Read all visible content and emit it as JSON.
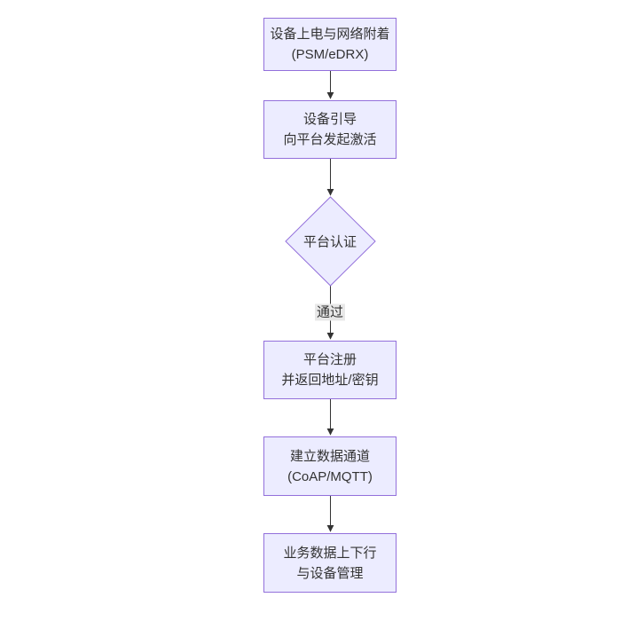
{
  "diagram": {
    "type": "flowchart",
    "direction": "top-down",
    "colors": {
      "background": "#ffffff",
      "node_fill": "#ECECFF",
      "node_border": "#9370DB",
      "text": "#333333",
      "arrow": "#333333",
      "edge_label_bg": "#e8e8e8"
    },
    "nodes": [
      {
        "id": "power-attach",
        "shape": "rect",
        "line1": "设备上电与网络附着",
        "line2": "(PSM/eDRX)"
      },
      {
        "id": "bootstrap",
        "shape": "rect",
        "line1": "设备引导",
        "line2": "向平台发起激活"
      },
      {
        "id": "platform-auth",
        "shape": "diamond",
        "line1": "平台认证",
        "line2": ""
      },
      {
        "id": "register",
        "shape": "rect",
        "line1": "平台注册",
        "line2": "并返回地址/密钥"
      },
      {
        "id": "data-channel",
        "shape": "rect",
        "line1": "建立数据通道",
        "line2": "(CoAP/MQTT)"
      },
      {
        "id": "business",
        "shape": "rect",
        "line1": "业务数据上下行",
        "line2": "与设备管理"
      }
    ],
    "edges": [
      {
        "from": "power-attach",
        "to": "bootstrap",
        "label": ""
      },
      {
        "from": "bootstrap",
        "to": "platform-auth",
        "label": ""
      },
      {
        "from": "platform-auth",
        "to": "register",
        "label": "通过"
      },
      {
        "from": "register",
        "to": "data-channel",
        "label": ""
      },
      {
        "from": "data-channel",
        "to": "business",
        "label": ""
      }
    ]
  }
}
